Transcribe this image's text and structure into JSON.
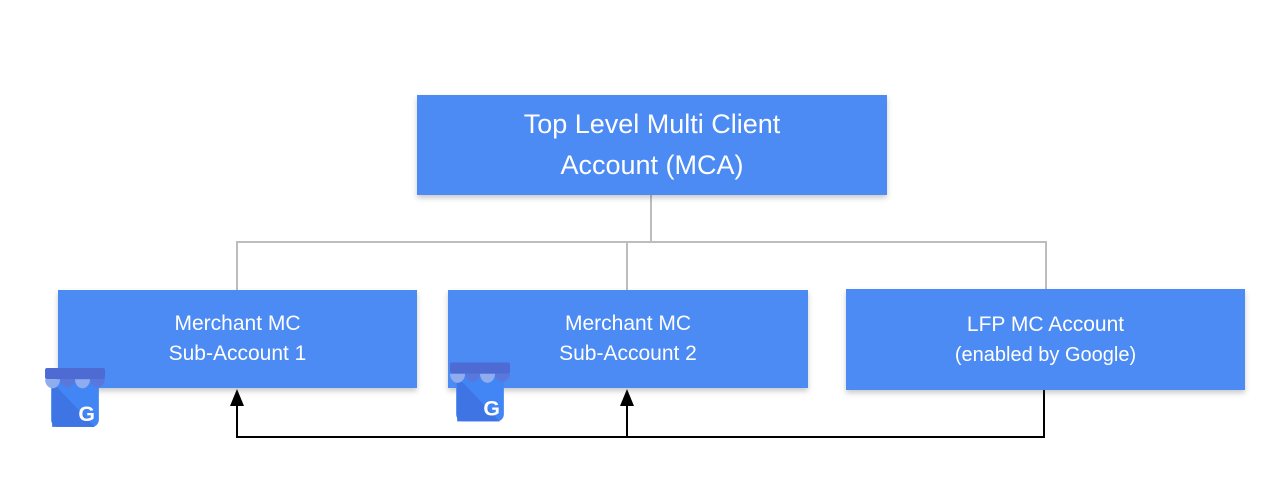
{
  "diagram": {
    "root": {
      "line1": "Top Level Multi Client",
      "line2": "Account (MCA)"
    },
    "children": [
      {
        "line1": "Merchant MC",
        "line2": "Sub-Account 1",
        "icon": "google-business-profile-icon"
      },
      {
        "line1": "Merchant MC",
        "line2": "Sub-Account 2",
        "icon": "google-business-profile-icon"
      },
      {
        "line1": "LFP MC Account",
        "line2": "(enabled by Google)",
        "icon": ""
      }
    ],
    "google_icon_letter": "G",
    "colors": {
      "node_fill": "#4C8AF4",
      "node_text": "#FFFFFF",
      "hierarchy_connector": "#BDBDBD",
      "feed_connector": "#000000",
      "icon_body": "#4285F4",
      "icon_fold": "#3E74E4",
      "icon_awning_band": "#4D6BD2",
      "icon_awning_dark": "#5A78DC",
      "icon_awning_light": "#8FACEE",
      "background": "#FFFFFF"
    }
  }
}
